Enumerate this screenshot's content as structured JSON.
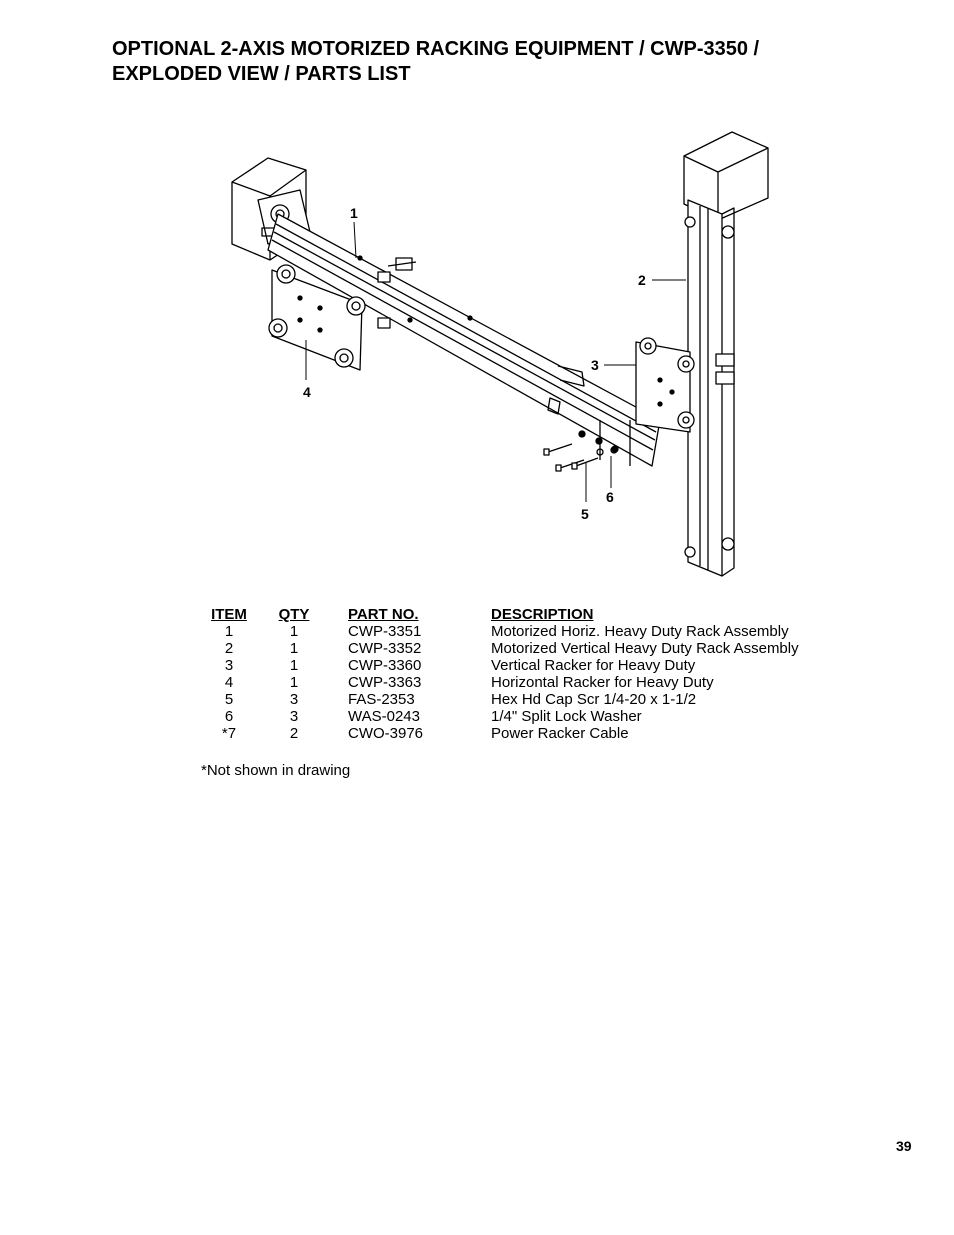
{
  "page": {
    "title_line1": "OPTIONAL 2-AXIS MOTORIZED RACKING EQUIPMENT / CWP-3350 /",
    "title_line2": "EXPLODED VIEW / PARTS LIST",
    "page_number": "39"
  },
  "drawing": {
    "callouts": [
      "1",
      "2",
      "3",
      "4",
      "5",
      "6"
    ]
  },
  "parts_list": {
    "headers": {
      "item": "ITEM",
      "qty": "QTY",
      "part_no": "PART NO.",
      "description": "DESCRIPTION"
    },
    "rows": [
      {
        "item": "1",
        "qty": "1",
        "part_no": "CWP-3351",
        "description": "Motorized Horiz. Heavy Duty Rack Assembly"
      },
      {
        "item": "2",
        "qty": "1",
        "part_no": "CWP-3352",
        "description": "Motorized Vertical Heavy Duty Rack Assembly"
      },
      {
        "item": "3",
        "qty": "1",
        "part_no": "CWP-3360",
        "description": "Vertical Racker for Heavy Duty"
      },
      {
        "item": "4",
        "qty": "1",
        "part_no": "CWP-3363",
        "description": "Horizontal Racker for Heavy Duty"
      },
      {
        "item": "5",
        "qty": "3",
        "part_no": "FAS-2353",
        "description": "Hex Hd Cap Scr 1/4-20 x 1-1/2"
      },
      {
        "item": "6",
        "qty": "3",
        "part_no": "WAS-0243",
        "description": "1/4\" Split Lock Washer"
      },
      {
        "item": "*7",
        "qty": "2",
        "part_no": "CWO-3976",
        "description": "Power Racker Cable"
      }
    ],
    "footnote": "*Not shown in drawing"
  }
}
